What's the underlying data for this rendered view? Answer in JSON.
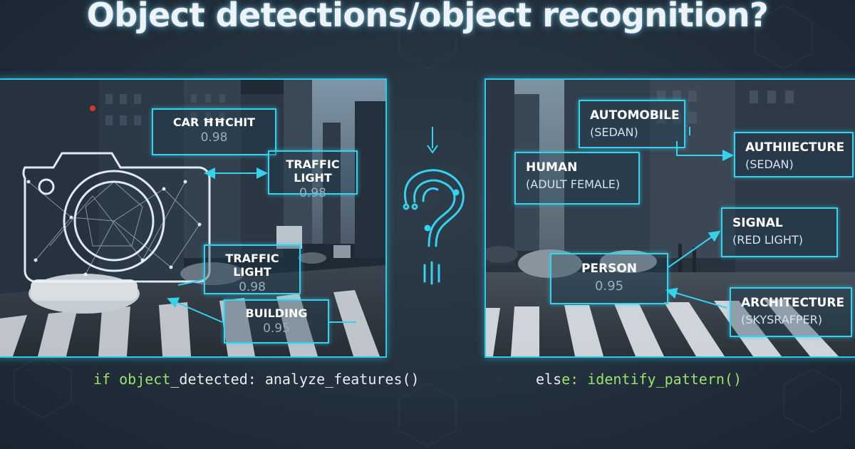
{
  "title": "Object detections/object recognition?",
  "left_panel": {
    "detections": [
      {
        "label": "CAR ĦĦCHIT",
        "score": "0.98"
      },
      {
        "label": "TRAFFIC LIGHT",
        "score": "0.98"
      },
      {
        "label": "TRAFFIC LIGHT",
        "score": "0.98"
      },
      {
        "label": "BUILDING",
        "score": "0.95"
      }
    ]
  },
  "right_panel": {
    "recognitions": [
      {
        "label": "AUTOMOBILE",
        "sub": "(SEDAN)"
      },
      {
        "label": "AUTHIIECTURE",
        "sub": "(SEDAN)"
      },
      {
        "label": "HUMAN",
        "sub": "(ADULT FEMALE)"
      },
      {
        "label": "SIGNAL",
        "sub": "(RED LIGHT)"
      },
      {
        "label": "PERSON",
        "sub": "0.95"
      },
      {
        "label": "ARCHITECTURE",
        "sub": "(SKYSRAFPER)"
      }
    ]
  },
  "code": {
    "left_a": "if object",
    "left_b": "_d",
    "left_c": "etected: analyze_features()",
    "right_a": "els",
    "right_b": "e: identify_pattern()"
  },
  "colors": {
    "accent": "#35d2ee",
    "code_green": "#9be36a",
    "background": "#23303d"
  },
  "icons": [
    "camera-network-icon",
    "question-circuit-icon",
    "down-arrow-icon"
  ]
}
